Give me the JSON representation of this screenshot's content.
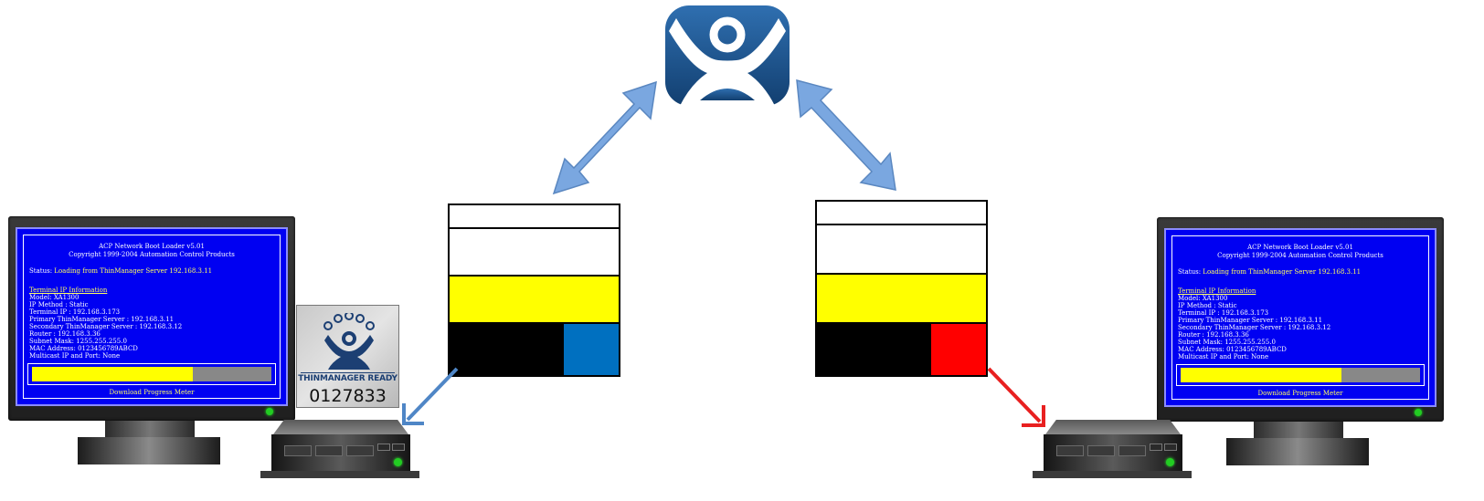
{
  "boot_screen": {
    "header_line1": "ACP Network Boot Loader v5.01",
    "header_line2": "Copyright 1999-2004 Automation Control Products",
    "status_label": "Status:",
    "status_value": "Loading from ThinManager Server 192.168.3.11",
    "section_title": "Terminal IP Information",
    "info_lines": [
      "Model: XA1300",
      "IP Method : Static",
      "Terminal IP : 192.168.3.173",
      "Primary ThinManager Server : 192.168.3.11",
      "Secondary ThinManager Server : 192.168.3.12",
      "Router : 192.168.3.36",
      "Subnet Mask: 1255.255.255.0",
      "MAC Address: 0123456789ABCD",
      "Multicast IP and Port: None"
    ],
    "progress_percent": 67,
    "progress_caption": "Download Progress Meter"
  },
  "badge": {
    "title": "THINMANAGER READY",
    "number": "0127833"
  },
  "stacks": {
    "left_accent_color": "#0070c0",
    "right_accent_color": "#ff0000"
  },
  "colors": {
    "logo_blue": "#1f5a96",
    "double_arrow": "#7aa7e0",
    "left_connector_arrow": "#4f86c6",
    "right_connector_arrow": "#e82020"
  }
}
